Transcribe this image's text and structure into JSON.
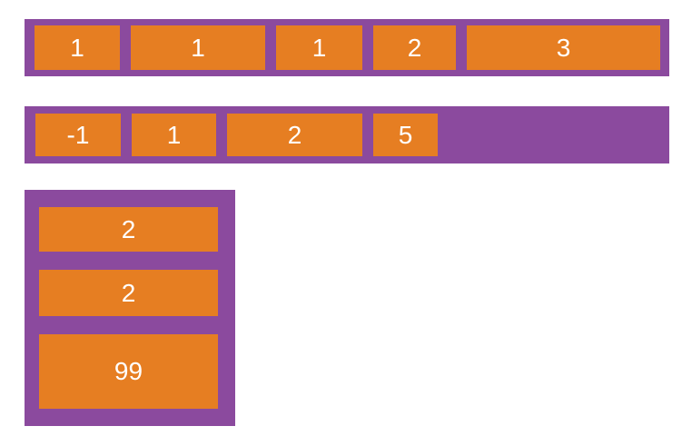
{
  "colors": {
    "container_purple": "#8b4a9e",
    "item_orange": "#e67e22",
    "label_white": "#ffffff",
    "page_background": "#ffffff"
  },
  "containers": [
    {
      "id": "top-row",
      "direction": "row",
      "items": [
        "1",
        "1",
        "1",
        "2",
        "3"
      ]
    },
    {
      "id": "middle-row",
      "direction": "row",
      "items": [
        "-1",
        "1",
        "2",
        "5"
      ]
    },
    {
      "id": "left-column",
      "direction": "column",
      "items": [
        "2",
        "2",
        "99"
      ]
    }
  ]
}
